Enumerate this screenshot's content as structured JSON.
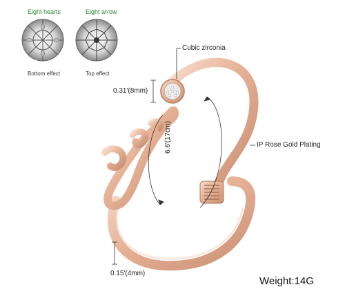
{
  "annotations": {
    "eight_hearts": "Eight hearts",
    "eight_arrow": "Eight arrow",
    "bottom_effect": "Bottom effect",
    "top_effect": "Top effect",
    "cubic_zirconia": "Cubic zirconia",
    "stone_size": "0.31'(8mm)",
    "diameter": "6.6'(17cm)",
    "plating": "IP Rose Gold Plating",
    "band_width": "0.15'(4mm)",
    "weight": "Weight:14G"
  },
  "colors": {
    "rose_gold": "#e8b49a",
    "rose_gold_dark": "#c98f73",
    "rose_gold_light": "#f7dccd",
    "label_green": "#2e8b3a"
  },
  "word_text": "Love"
}
